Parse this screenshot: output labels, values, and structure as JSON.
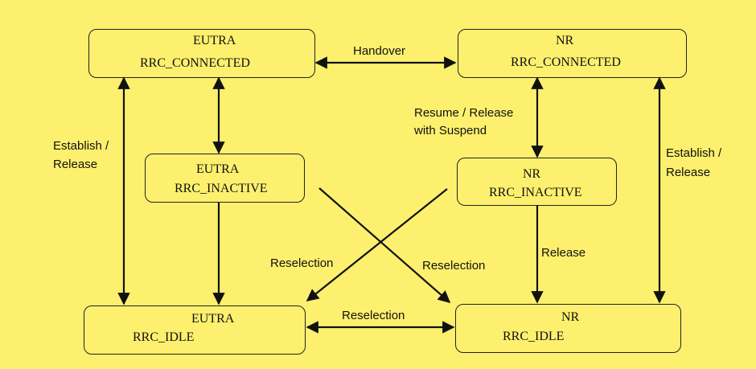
{
  "colors": {
    "background": "#FDF06E",
    "stroke": "#111111"
  },
  "states": {
    "eutra_connected": {
      "line1": "EUTRA",
      "line2": "RRC_CONNECTED"
    },
    "nr_connected": {
      "line1": "NR",
      "line2": "RRC_CONNECTED"
    },
    "eutra_inactive": {
      "line1": "EUTRA",
      "line2": "RRC_INACTIVE"
    },
    "nr_inactive": {
      "line1": "NR",
      "line2": "RRC_INACTIVE"
    },
    "eutra_idle": {
      "line1": "EUTRA",
      "line2": "RRC_IDLE"
    },
    "nr_idle": {
      "line1": "NR",
      "line2": "RRC_IDLE"
    }
  },
  "transitions": {
    "handover": "Handover",
    "resume_release_1": "Resume / Release",
    "resume_release_2": "with Suspend",
    "establish_left_1": "Establish /",
    "establish_left_2": "Release",
    "establish_right_1": "Establish /",
    "establish_right_2": "Release",
    "release": "Release",
    "reselection_left": "Reselection",
    "reselection_right": "Reselection",
    "reselection_bottom": "Reselection"
  }
}
